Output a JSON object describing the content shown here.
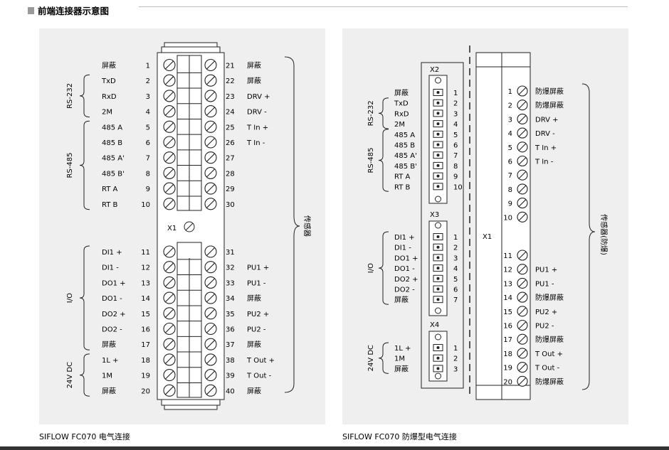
{
  "header": {
    "title": "前端连接器示意图"
  },
  "colors": {
    "panel": "#efefef",
    "accent_box": "#9a9a9a",
    "line": "#222222",
    "header_rule": "#bdbdbd",
    "bottom_bar": "#333333"
  },
  "left": {
    "caption": "SIFLOW FC070 电气连接",
    "connector_label": "X1",
    "left_pins": [
      {
        "n": "1",
        "label": "屏蔽"
      },
      {
        "n": "2",
        "label": "TxD"
      },
      {
        "n": "3",
        "label": "RxD"
      },
      {
        "n": "4",
        "label": "2M"
      },
      {
        "n": "5",
        "label": "485 A"
      },
      {
        "n": "6",
        "label": "485 B"
      },
      {
        "n": "7",
        "label": "485 A'"
      },
      {
        "n": "8",
        "label": "485 B'"
      },
      {
        "n": "9",
        "label": "RT A"
      },
      {
        "n": "10",
        "label": "RT B"
      },
      {
        "n": "11",
        "label": "DI1 +"
      },
      {
        "n": "12",
        "label": "DI1 -"
      },
      {
        "n": "13",
        "label": "DO1 +"
      },
      {
        "n": "14",
        "label": "DO1 -"
      },
      {
        "n": "15",
        "label": "DO2 +"
      },
      {
        "n": "16",
        "label": "DO2 -"
      },
      {
        "n": "17",
        "label": "屏蔽"
      },
      {
        "n": "18",
        "label": "1L +"
      },
      {
        "n": "19",
        "label": "1M"
      },
      {
        "n": "20",
        "label": "屏蔽"
      }
    ],
    "right_pins": [
      {
        "n": "21",
        "label": "屏蔽"
      },
      {
        "n": "22",
        "label": "屏蔽"
      },
      {
        "n": "23",
        "label": "DRV +"
      },
      {
        "n": "24",
        "label": "DRV -"
      },
      {
        "n": "25",
        "label": "T In +"
      },
      {
        "n": "26",
        "label": "T In -"
      },
      {
        "n": "27",
        "label": ""
      },
      {
        "n": "28",
        "label": ""
      },
      {
        "n": "29",
        "label": ""
      },
      {
        "n": "30",
        "label": ""
      },
      {
        "n": "31",
        "label": ""
      },
      {
        "n": "32",
        "label": "PU1 +"
      },
      {
        "n": "33",
        "label": "PU1 -"
      },
      {
        "n": "34",
        "label": "屏蔽"
      },
      {
        "n": "35",
        "label": "PU2 +"
      },
      {
        "n": "36",
        "label": "PU2 -"
      },
      {
        "n": "37",
        "label": "屏蔽"
      },
      {
        "n": "38",
        "label": "T Out +"
      },
      {
        "n": "39",
        "label": "T Out -"
      },
      {
        "n": "40",
        "label": "屏蔽"
      }
    ],
    "groups": [
      {
        "label": "RS-232",
        "from": 2,
        "to": 4
      },
      {
        "label": "RS-485",
        "from": 5,
        "to": 10
      },
      {
        "label": "I/O",
        "from": 11,
        "to": 17
      },
      {
        "label": "24V DC",
        "from": 18,
        "to": 20
      }
    ],
    "sensor_label": "传感器"
  },
  "right": {
    "caption": "SIFLOW FC070 防爆型电气连接",
    "x2": {
      "label": "X2",
      "pins": [
        {
          "n": "1",
          "label": "屏蔽"
        },
        {
          "n": "2",
          "label": "TxD"
        },
        {
          "n": "3",
          "label": "RxD"
        },
        {
          "n": "4",
          "label": "2M"
        },
        {
          "n": "5",
          "label": "485 A"
        },
        {
          "n": "6",
          "label": "485 B"
        },
        {
          "n": "7",
          "label": "485 A'"
        },
        {
          "n": "8",
          "label": "485 B'"
        },
        {
          "n": "9",
          "label": "RT A"
        },
        {
          "n": "10",
          "label": "RT B"
        }
      ]
    },
    "x3": {
      "label": "X3",
      "pins": [
        {
          "n": "1",
          "label": "DI1 +"
        },
        {
          "n": "2",
          "label": "DI1 -"
        },
        {
          "n": "3",
          "label": "DO1 +"
        },
        {
          "n": "4",
          "label": "DO1 -"
        },
        {
          "n": "5",
          "label": "DO2 +"
        },
        {
          "n": "6",
          "label": "DO2 -"
        },
        {
          "n": "7",
          "label": "屏蔽"
        }
      ]
    },
    "x4": {
      "label": "X4",
      "pins": [
        {
          "n": "1",
          "label": "1L +"
        },
        {
          "n": "2",
          "label": "1M"
        },
        {
          "n": "3",
          "label": "屏蔽"
        }
      ]
    },
    "groups": [
      {
        "label": "RS-232",
        "block": "x2",
        "from": 2,
        "to": 4
      },
      {
        "label": "RS-485",
        "block": "x2",
        "from": 5,
        "to": 10
      },
      {
        "label": "I/O",
        "block": "x3",
        "from": 1,
        "to": 7
      },
      {
        "label": "24V DC",
        "block": "x4",
        "from": 1,
        "to": 3
      }
    ],
    "x1": {
      "label": "X1",
      "pins": [
        {
          "n": "1",
          "label": "防爆屏蔽"
        },
        {
          "n": "2",
          "label": "防爆屏蔽"
        },
        {
          "n": "3",
          "label": "DRV +"
        },
        {
          "n": "4",
          "label": "DRV -"
        },
        {
          "n": "5",
          "label": "T In +"
        },
        {
          "n": "6",
          "label": "T In -"
        },
        {
          "n": "7",
          "label": ""
        },
        {
          "n": "8",
          "label": ""
        },
        {
          "n": "9",
          "label": ""
        },
        {
          "n": "10",
          "label": ""
        },
        {
          "n": "11",
          "label": ""
        },
        {
          "n": "12",
          "label": "PU1 +"
        },
        {
          "n": "13",
          "label": "PU1 -"
        },
        {
          "n": "14",
          "label": "防爆屏蔽"
        },
        {
          "n": "15",
          "label": "PU2 +"
        },
        {
          "n": "16",
          "label": "PU2 -"
        },
        {
          "n": "17",
          "label": "防爆屏蔽"
        },
        {
          "n": "18",
          "label": "T Out +"
        },
        {
          "n": "19",
          "label": "T Out -"
        },
        {
          "n": "20",
          "label": "防爆屏蔽"
        }
      ]
    },
    "sensor_label": "传感器(防爆)"
  }
}
